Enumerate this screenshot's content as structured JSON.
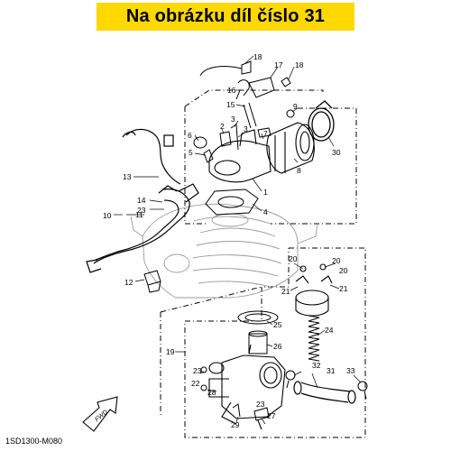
{
  "header": {
    "title": "Na obrázku díl číslo 31",
    "highlight_color": "#ffd800"
  },
  "diagram": {
    "part_numbers": [
      "1",
      "2",
      "3",
      "4",
      "5",
      "6",
      "7",
      "8",
      "9",
      "10",
      "11",
      "12",
      "13",
      "14",
      "15",
      "16",
      "17",
      "18",
      "19",
      "20",
      "21",
      "22",
      "23",
      "24",
      "25",
      "26",
      "27",
      "28",
      "29",
      "30",
      "31",
      "32",
      "33"
    ],
    "direction_label": "FWD",
    "drawing_code": "1SD1300-M080"
  }
}
